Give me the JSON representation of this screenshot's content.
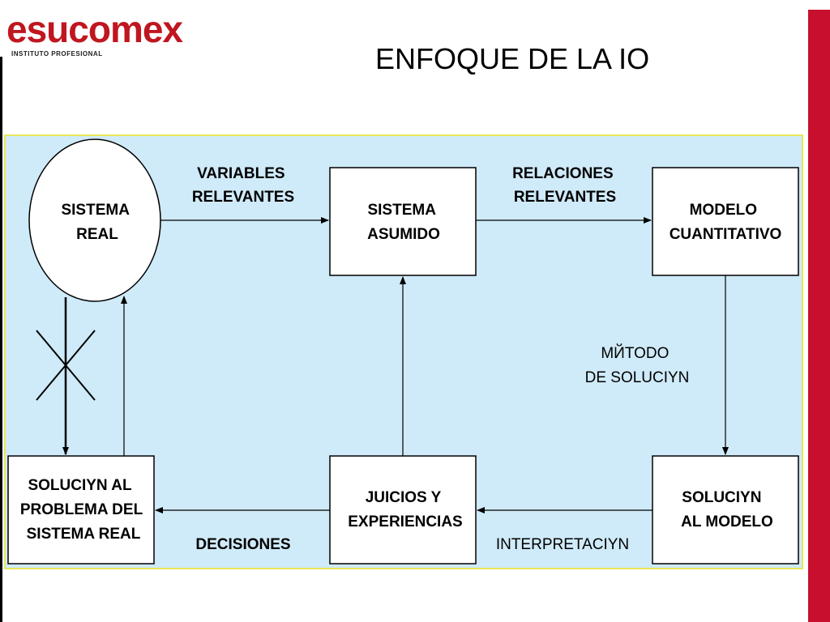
{
  "logo": {
    "text": "esucomex",
    "subtitle": "INSTITUTO PROFESIONAL",
    "color": "#c0161f"
  },
  "title": "ENFOQUE DE LA IO",
  "colors": {
    "panel_bg": "#cfeaf8",
    "panel_border": "#e6e65a",
    "accent_bar": "#c8102e"
  },
  "diagram": {
    "nodes": {
      "sistema_real": [
        "SISTEMA",
        "REAL"
      ],
      "sistema_asumido": [
        "SISTEMA",
        "ASUMIDO"
      ],
      "modelo_cuantitativo": [
        "MODELO",
        "CUANTITATIVO"
      ],
      "solucion_modelo": [
        "SOLUCIYN",
        "AL MODELO"
      ],
      "juicios": [
        "JUICIOS Y",
        "EXPERIENCIAS"
      ],
      "solucion_problema": [
        "SOLUCIYN AL",
        "PROBLEMA DEL",
        "SISTEMA REAL"
      ]
    },
    "edge_labels": {
      "variables": [
        "VARIABLES",
        "RELEVANTES"
      ],
      "relaciones": [
        "RELACIONES",
        "RELEVANTES"
      ],
      "metodo": [
        "MЙTODO",
        "DE SOLUCIYN"
      ],
      "interpretacion": "INTERPRETACIYN",
      "decisiones": "DECISIONES"
    }
  }
}
